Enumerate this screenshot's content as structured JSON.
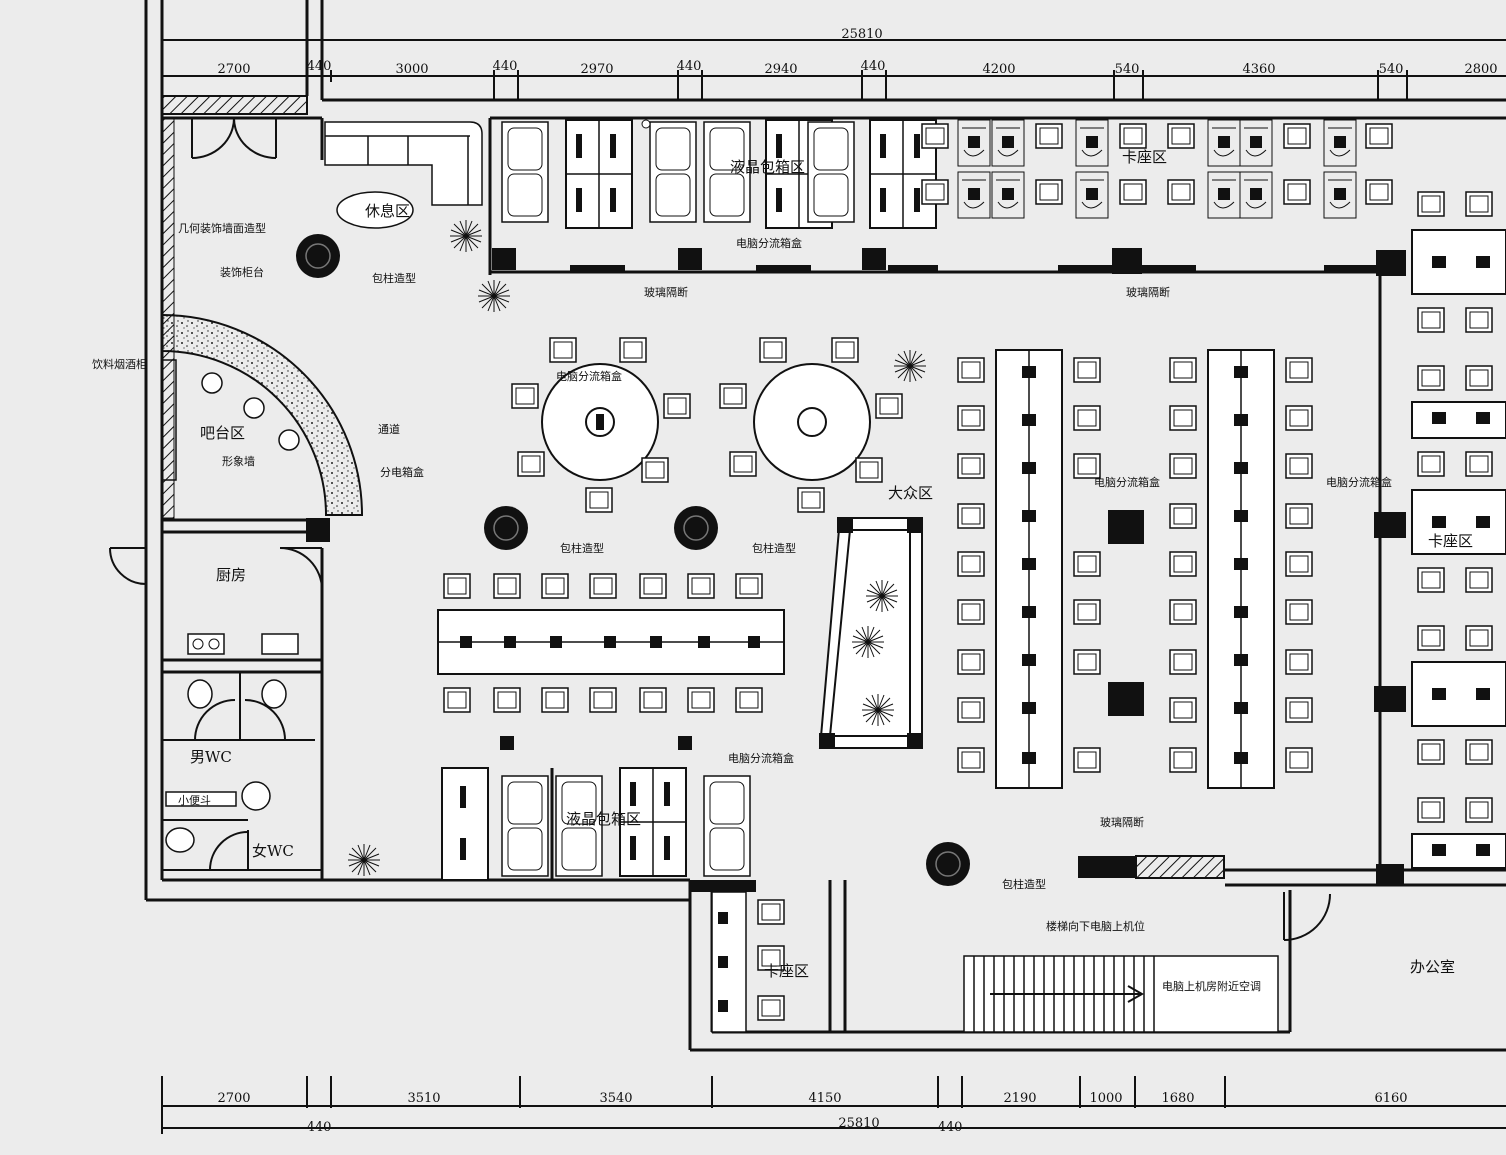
{
  "dimensions": {
    "top_total": "25810",
    "top": [
      "2700",
      "440",
      "3000",
      "440",
      "2970",
      "440",
      "2940",
      "440",
      "4200",
      "540",
      "4360",
      "540",
      "2800"
    ],
    "bottom": [
      "2700",
      "3510",
      "3540",
      "4150",
      "2190",
      "1000",
      "1680",
      "6160"
    ],
    "bottom_small": [
      "440",
      "440"
    ],
    "bottom_total": "25810"
  },
  "rooms": {
    "lounge": "休息区",
    "lcd_booth_top": "液晶包箱区",
    "booth_top_right": "卡座区",
    "bar": "吧台区",
    "kitchen": "厨房",
    "mens_wc": "男WC",
    "womens_wc": "女WC",
    "public_area": "大众区",
    "lcd_booth_bottom": "液晶包箱区",
    "booth_bottom": "卡座区",
    "booth_right": "卡座区",
    "office": "办公室"
  },
  "annotations": {
    "geometric_wall": "几何装饰墙面造型",
    "deco_bar": "装饰柜台",
    "drink_cabinet": "饮料烟酒柜",
    "image_wall": "形象墙",
    "aisle": "通道",
    "power_box": "分电箱盒",
    "column": "包柱造型",
    "pc_socket": "电脑分流箱盒",
    "glass_partition": "玻璃隔断",
    "stairs_down": "楼梯向下电脑上机位",
    "server_room": "电脑上机房附近空调"
  },
  "small_labels": {
    "sink": "小便斗"
  }
}
